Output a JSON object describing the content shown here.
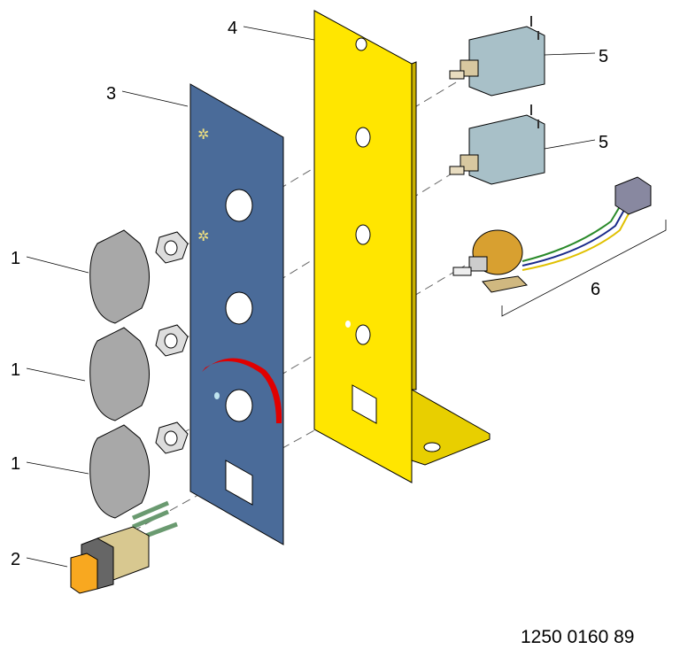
{
  "callouts": [
    {
      "id": "knob-1",
      "text": "1"
    },
    {
      "id": "knob-2",
      "text": "1"
    },
    {
      "id": "knob-3",
      "text": "1"
    },
    {
      "id": "pushbutton",
      "text": "2"
    },
    {
      "id": "front-panel",
      "text": "3"
    },
    {
      "id": "bracket",
      "text": "4"
    },
    {
      "id": "switch-1",
      "text": "5"
    },
    {
      "id": "switch-2",
      "text": "5"
    },
    {
      "id": "potentiometer",
      "text": "6"
    }
  ],
  "document_number": "1250 0160 89",
  "colors": {
    "panel": "#4a6b99",
    "bracket": "#ffe600",
    "knob": "#a8a8a8",
    "arc": "#e00000",
    "switch": "#a8c0c8",
    "button": "#f8a820"
  }
}
